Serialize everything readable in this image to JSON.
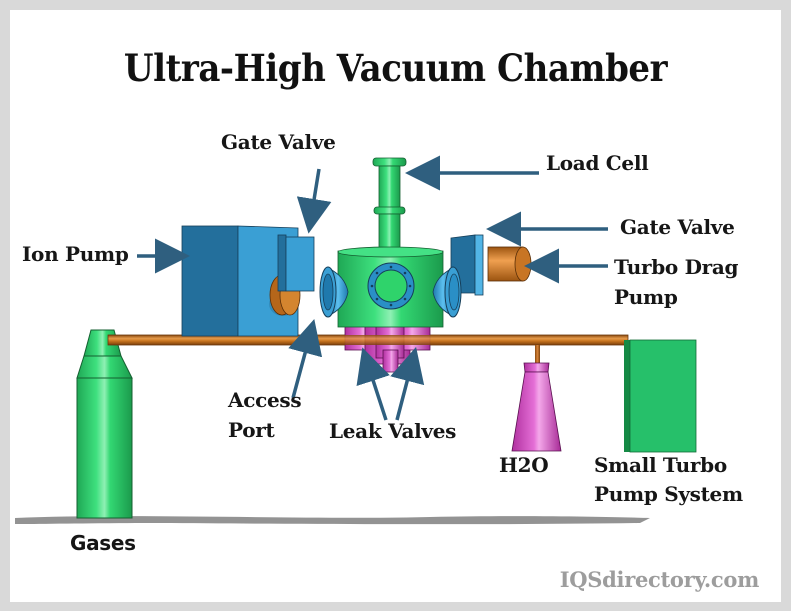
{
  "title": "Ultra-High Vacuum Chamber",
  "labels": {
    "gate_valve_left": "Gate Valve",
    "load_cell": "Load Cell",
    "gate_valve_right": "Gate Valve",
    "ion_pump": "Ion Pump",
    "turbo_drag_pump_line1": "Turbo Drag",
    "turbo_drag_pump_line2": "Pump",
    "access_port_line1": "Access",
    "access_port_line2": "Port",
    "leak_valves": "Leak Valves",
    "h2o": "H2O",
    "small_turbo_line1": "Small Turbo",
    "small_turbo_line2": "Pump System",
    "gases": "Gases"
  },
  "watermark": "IQSdirectory.com",
  "colors": {
    "frame": "#d9d9d9",
    "arrow": "#2f5f7f",
    "chamber_green": "#2fd36b",
    "pump_blue": "#3a9fd4",
    "copper": "#c8741e",
    "magenta": "#d34fc4",
    "tank_green": "#2ccf6e"
  }
}
